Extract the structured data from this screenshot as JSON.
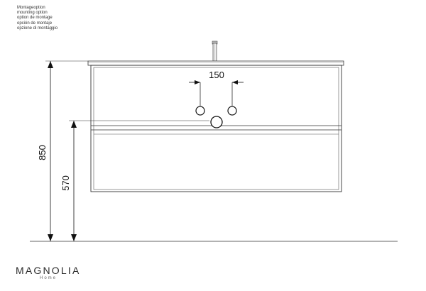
{
  "mounting_labels": [
    "Montageoption",
    "mounting option",
    "option de montage",
    "opción de montaje",
    "opzione di montaggio"
  ],
  "dimensions": {
    "total_height": "850",
    "floor_to_mark": "570",
    "hole_spacing": "150"
  },
  "brand": {
    "name": "MAGNOLIA",
    "sub": "Home"
  },
  "colors": {
    "line": "#333333",
    "text": "#111111"
  }
}
